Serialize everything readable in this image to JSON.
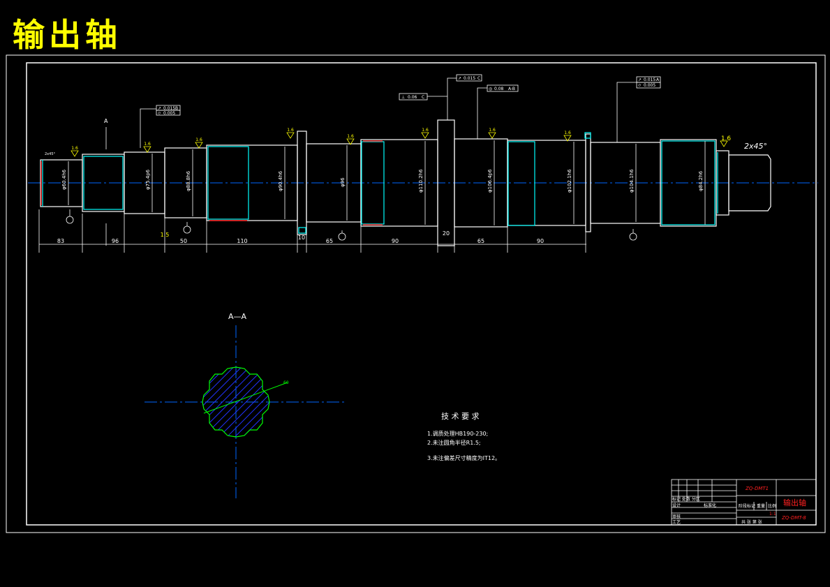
{
  "title": "输出轴",
  "colors": {
    "background": "#000000",
    "outline": "#ffffff",
    "centerline": "#0066ff",
    "dimension": "#ffffff",
    "accent_cyan": "#00ffff",
    "accent_red": "#ff2020",
    "accent_green": "#00ff00",
    "accent_yellow": "#ffff00",
    "hatch": "#2233ff"
  },
  "drawing": {
    "lengths": [
      "83",
      "96",
      "1.5",
      "50",
      "110",
      "10",
      "65",
      "90",
      "20",
      "65",
      "90"
    ],
    "diameters": [
      "φ60.4h6",
      "φ75.4p6",
      "φ88.8h6",
      "φ90.4h6",
      "φ96",
      "φ110.2h6",
      "φ106.4p6",
      "φ102.1h6",
      "φ104.1h6",
      "φ84.2h6"
    ],
    "chamfer_right": "2x45°",
    "chamfer_left": "2x45°",
    "section_mark": "A",
    "roughness": [
      "1.6",
      "1.6",
      "1.6",
      "1.6",
      "1.6",
      "1.6",
      "1.6",
      "1.6",
      "1.6"
    ],
    "datums": [
      "B",
      "C",
      "B",
      "A"
    ],
    "tolerances": [
      {
        "symbol": "↗",
        "value": "0.015",
        "datum": "B"
      },
      {
        "symbol": "⌭",
        "value": "0.005",
        "datum": ""
      },
      {
        "symbol": "⊥",
        "value": "0.06",
        "datum": "C"
      },
      {
        "symbol": "↗",
        "value": "0.015",
        "datum": "C"
      },
      {
        "symbol": "◎",
        "value": "0.08",
        "datum": "A-B"
      },
      {
        "symbol": "↗",
        "value": "0.015",
        "datum": "A"
      },
      {
        "symbol": "⌭",
        "value": "0.005",
        "datum": ""
      }
    ]
  },
  "section": {
    "label": "A—A",
    "leader_value": "60"
  },
  "tech": {
    "heading": "技 术 要 求",
    "items": [
      "1.调质处理HB190-230;",
      "2.未注圆角半径R1.5;",
      "3.未注偏差尺寸精度为IT12。"
    ]
  },
  "titleblock": {
    "part_name": "输出轴",
    "company": "ZQ-DMT1",
    "drawing_no": "ZQ-DMT-8",
    "marks": "标记 处数 分区",
    "designer": "设计",
    "checker": "审核",
    "process": "工艺",
    "standard": "标准化",
    "stage": "阶段标记",
    "weight": "重量",
    "scale": "比例",
    "scale_value": "1:1",
    "sheets": "共 张 第 张"
  }
}
